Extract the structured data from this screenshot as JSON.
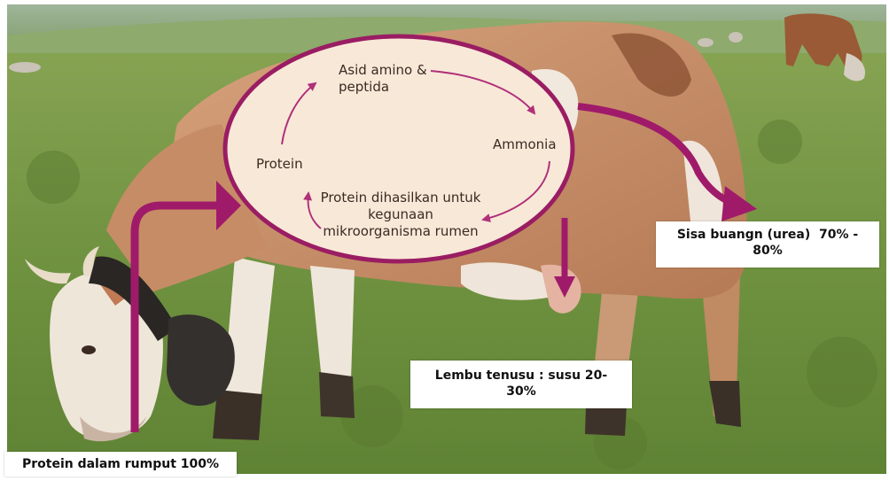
{
  "cycle": {
    "amino": "Asid amino &\npeptida",
    "ammonia": "Ammonia",
    "protein": "Protein",
    "microbe": "Protein dihasilkan untuk\nkegunaan\nmikroorganisma rumen"
  },
  "labels": {
    "grass": "Protein dalam rumput  100%",
    "urea": "Sisa buangn (urea)  70% -\n80%",
    "milk": "Lembu tenusu : susu 20-\n30%"
  },
  "colors": {
    "arrow": "#a01a6a",
    "ellipse_fill": "#f8e8d8",
    "ellipse_stroke": "#9a1d63"
  }
}
